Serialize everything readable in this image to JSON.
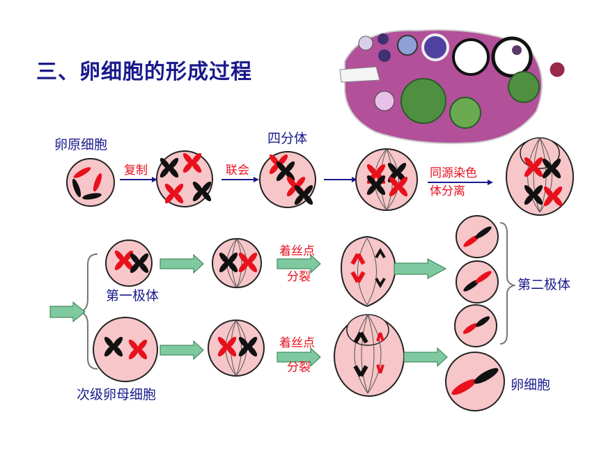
{
  "title": "三、卵细胞的形成过程",
  "labels": {
    "oogonium": "卵原细胞",
    "tetrad": "四分体",
    "first_polar_body": "第一极体",
    "secondary_oocyte": "次级卵母细胞",
    "second_polar_body": "第二极体",
    "egg_cell": "卵细胞"
  },
  "steps": {
    "replication": "复制",
    "synapsis": "联会",
    "homolog_sep_1": "同源染色",
    "homolog_sep_2": "体分离",
    "centromere_split_1": "着丝点",
    "centromere_split_2": "分裂"
  },
  "colors": {
    "title": "#1a1a8c",
    "step_text": "#e8101c",
    "cell_fill": "#f6c6c8",
    "chromosome_red": "#e8101c",
    "chromosome_black": "#111111",
    "arrow_green": "#7fc9a0",
    "ovary_tissue": "#b3509a"
  }
}
